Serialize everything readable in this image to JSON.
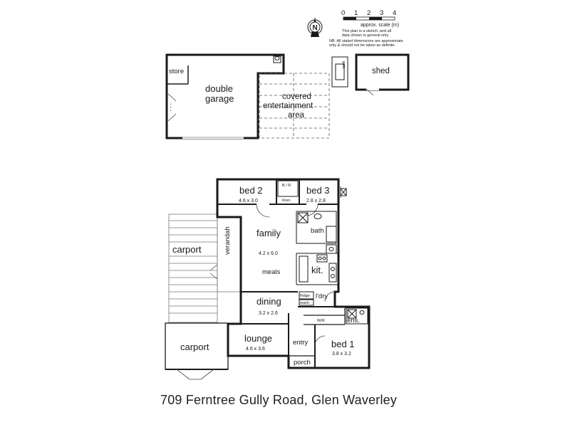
{
  "address": "709 Ferntree Gully Road, Glen Waverley",
  "compass": {
    "letter": "N",
    "icon": "north-arrow-icon"
  },
  "scale": {
    "ticks": [
      "0",
      "1",
      "2",
      "3",
      "4"
    ],
    "label": "approx. scale (m)",
    "note1": "This plan is a sketch, and all",
    "note2": "data shown is general only.",
    "note3": "NB. All stated dimensions are approximate",
    "note4": "only & should not be taken as definite."
  },
  "outbuildings": {
    "store": "store",
    "garage_line1": "double",
    "garage_line2": "garage",
    "cea_line1": "covered",
    "cea_line2": "entertainment",
    "cea_line3": "area",
    "shed": "shed",
    "tank": "tank"
  },
  "rooms": {
    "bed2": {
      "name": "bed 2",
      "dims": "4.6 x 3.0"
    },
    "bed3": {
      "name": "bed 3",
      "dims": "2.8 x 2.8"
    },
    "family": {
      "name": "family",
      "dims": "4.2 x 6.0"
    },
    "meals": {
      "name": "meals"
    },
    "bath": {
      "name": "bath"
    },
    "kit": {
      "name": "kit."
    },
    "ldry": {
      "name": "l'dry"
    },
    "dining": {
      "name": "dining",
      "dims": "3.2 x 2.6"
    },
    "lounge": {
      "name": "lounge",
      "dims": "4.6 x 3.6"
    },
    "entry": {
      "name": "entry"
    },
    "porch": {
      "name": "porch"
    },
    "bed1": {
      "name": "bed 1",
      "dims": "3.8 x 3.2"
    },
    "ens": {
      "name": "ens."
    },
    "wir": {
      "name": "W/R"
    },
    "carport1": {
      "name": "carport"
    },
    "carport2": {
      "name": "carport"
    },
    "verandah": {
      "name": "verandah"
    }
  }
}
